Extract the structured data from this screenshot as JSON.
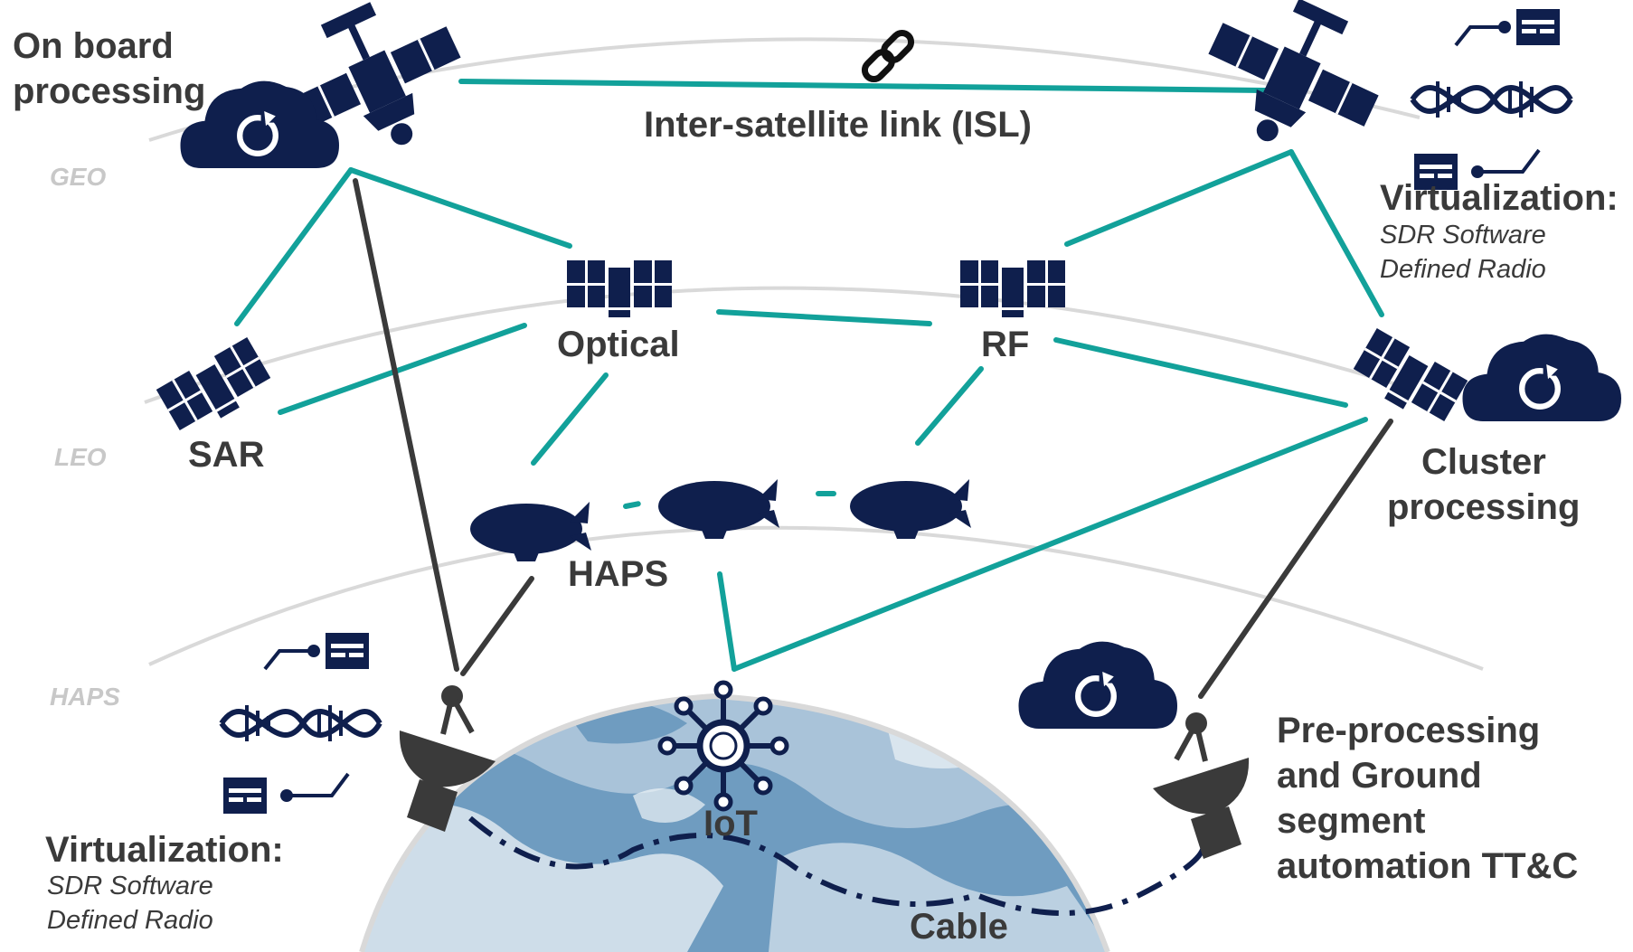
{
  "labels": {
    "onboard_1": "On board",
    "onboard_2": "processing",
    "isl": "Inter-satellite link (ISL)",
    "virt_right_title": "Virtualization:",
    "virt_right_sub1": "SDR Software",
    "virt_right_sub2": "Defined Radio",
    "optical": "Optical",
    "rf": "RF",
    "sar": "SAR",
    "cluster_1": "Cluster",
    "cluster_2": "processing",
    "haps": "HAPS",
    "iot": "IoT",
    "virt_left_title": "Virtualization:",
    "virt_left_sub1": "SDR Software",
    "virt_left_sub2": "Defined Radio",
    "preproc_1": "Pre-processing",
    "preproc_2": "and Ground",
    "preproc_3": "segment",
    "preproc_4": "automation TT&C",
    "cable": "Cable"
  },
  "orbits": {
    "geo": "GEO",
    "leo": "LEO",
    "haps": "HAPS"
  },
  "colors": {
    "navy": "#0f1f4d",
    "teal": "#12a19a",
    "dark_line": "#3a3a3a",
    "orbit_arc": "#d9d9d9",
    "earth_light": "#a9c3d9",
    "earth_mid": "#6f9cc0",
    "earth_white": "#eef3f7"
  },
  "icons": [
    "satellite-icon",
    "cloud-sync-icon",
    "dna-virtualization-icon",
    "leo-satellite-icon",
    "airship-icon",
    "antenna-dish-icon",
    "iot-hub-icon",
    "chain-link-icon"
  ]
}
